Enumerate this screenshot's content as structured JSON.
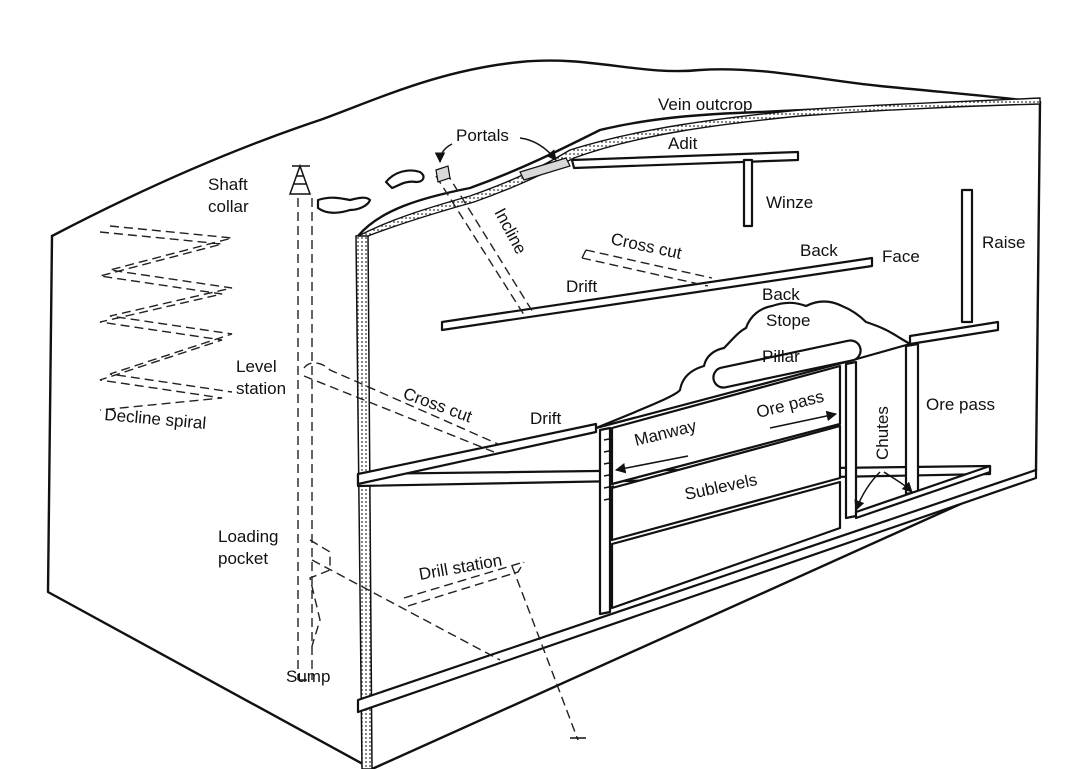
{
  "labels": {
    "vein_outcrop": "Vein outcrop",
    "portals": "Portals",
    "adit": "Adit",
    "shaft_collar_1": "Shaft",
    "shaft_collar_2": "collar",
    "winze": "Winze",
    "incline": "Incline",
    "cross_cut_upper": "Cross cut",
    "back_upper": "Back",
    "face": "Face",
    "raise": "Raise",
    "drift_upper": "Drift",
    "back_stope": "Back",
    "stope": "Stope",
    "pillar": "Pillar",
    "level_station_1": "Level",
    "level_station_2": "station",
    "decline_spiral": "Decline spiral",
    "cross_cut_lower": "Cross cut",
    "drift_lower": "Drift",
    "ore_pass_inner": "Ore pass",
    "manway": "Manway",
    "chutes": "Chutes",
    "ore_pass_right": "Ore pass",
    "sublevels": "Sublevels",
    "loading_pocket_1": "Loading",
    "loading_pocket_2": "pocket",
    "drill_station": "Drill station",
    "sump": "Sump"
  }
}
